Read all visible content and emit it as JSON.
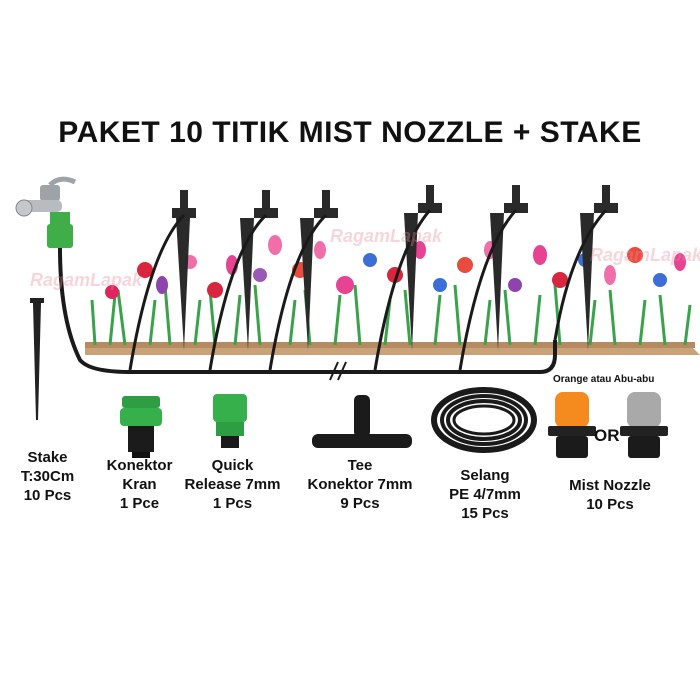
{
  "title": "PAKET 10 TITIK MIST NOZZLE + STAKE",
  "watermark": "RagamLapak",
  "items": {
    "stake": {
      "name": "Stake",
      "spec": "T:30Cm",
      "qty": "10 Pcs"
    },
    "konektor_kran": {
      "name1": "Konektor",
      "name2": "Kran",
      "qty": "1 Pce"
    },
    "quick_release": {
      "name1": "Quick",
      "name2": "Release 7mm",
      "qty": "1 Pcs"
    },
    "tee": {
      "name1": "Tee",
      "name2": "Konektor 7mm",
      "qty": "9 Pcs"
    },
    "selang": {
      "name1": "Selang",
      "name2": "PE 4/7mm",
      "qty": "15 Pcs"
    },
    "mist_nozzle": {
      "name": "Mist Nozzle",
      "qty": "10 Pcs",
      "color_note": "Orange atau Abu-abu",
      "or_text": "OR"
    }
  },
  "colors": {
    "hose": "#1a1a1a",
    "green": "#3fae49",
    "orange": "#f58a1f",
    "gray": "#a9a9a9",
    "soil": "#c9a27a"
  }
}
